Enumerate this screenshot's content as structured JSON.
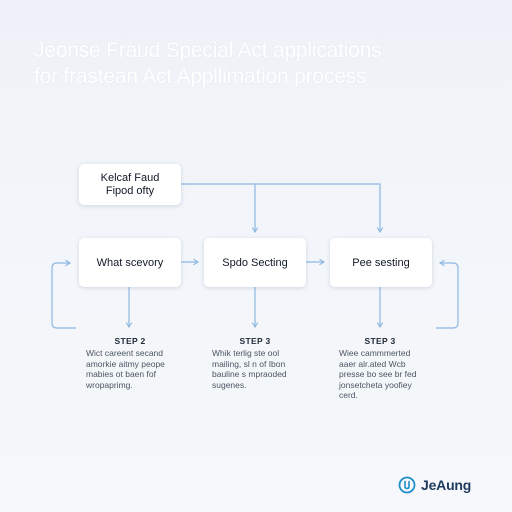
{
  "title": {
    "line1": "Jeonse Fraud Special Act applications",
    "line2": "for frastean Act Appllimation process"
  },
  "top_box": {
    "line1": "Kelcaf Faud",
    "line2": "Fipod ofty"
  },
  "boxes": [
    {
      "label": "What scevory"
    },
    {
      "label": "Spdo Secting"
    },
    {
      "label": "Pee sesting"
    }
  ],
  "steps": [
    {
      "label": "STEP 2",
      "desc": [
        "Wict careent secand",
        "amorkie aitmy peope",
        "mabies ot baen fof",
        "wropaprimg."
      ]
    },
    {
      "label": "STEP 3",
      "desc": [
        "Whik terlig ste ool",
        "mailing, sl n of Ibon",
        "bauline s mpraoded",
        "sugenes."
      ]
    },
    {
      "label": "STEP 3",
      "desc": [
        "Wiee cammmerted",
        "aaer alr.ated Wcb",
        "presse bo see br fed",
        "jonsetcheta yoofiey",
        "cerd."
      ]
    }
  ],
  "brand": {
    "name": "JeAung",
    "icon": "brand-logo-icon"
  },
  "colors": {
    "connector": "#8fb8e2",
    "accent": "#1f8fc9",
    "background": "#eef2f8"
  }
}
